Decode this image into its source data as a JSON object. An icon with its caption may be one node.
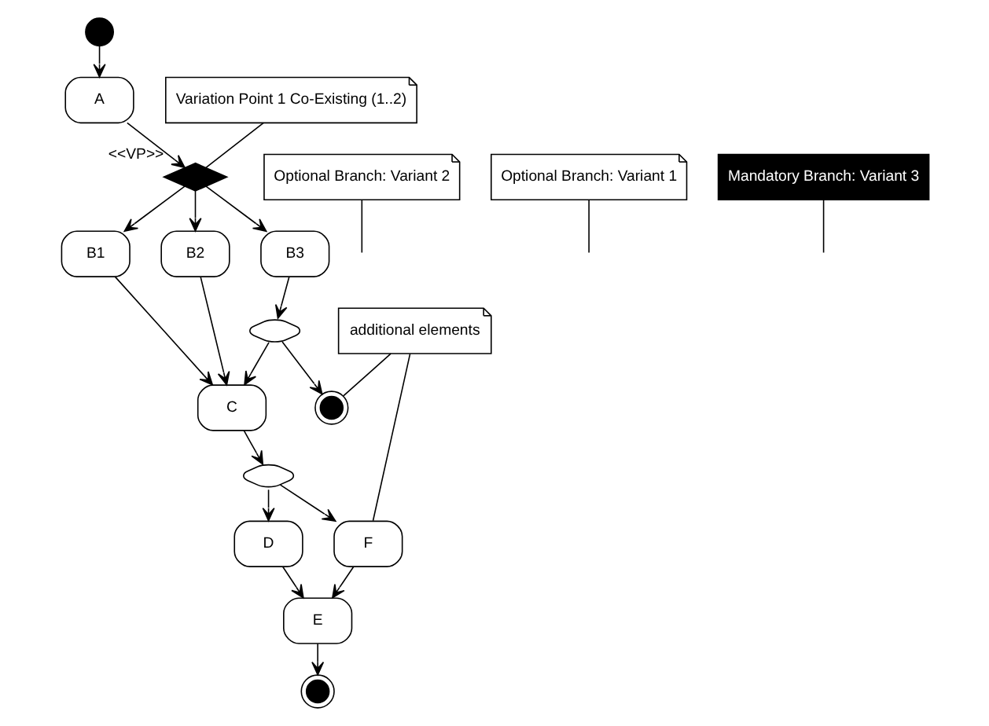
{
  "diagram": {
    "nodes": [
      {
        "text": [],
        "shape": "circle"
      },
      {
        "text": [
          "Variation Point 1 Co-Existing (1..2)"
        ]
      },
      {
        "text": [
          "A"
        ]
      },
      {
        "text": [
          "Optional Branch: Variant 2"
        ]
      },
      {
        "text": [
          "Optional Branch: Variant 1"
        ]
      },
      {
        "text": [],
        "shape": "diamond",
        "beside": [
          "<<VP>>"
        ]
      },
      {
        "text": [
          "Mandatory Branch: Variant 3"
        ]
      },
      {
        "text": [
          "B1"
        ]
      },
      {
        "text": [
          "B2"
        ]
      },
      {
        "text": [
          "B3"
        ]
      },
      {
        "text": [],
        "shape": "diamond"
      },
      {
        "text": [
          "C"
        ]
      },
      {
        "text": [],
        "shape": "circle"
      },
      {
        "text": [],
        "shape": "diamond"
      },
      {
        "text": [
          "D"
        ]
      },
      {
        "text": [
          "F"
        ]
      },
      {
        "text": [
          "E"
        ]
      },
      {
        "text": [
          "additional elements"
        ]
      },
      {
        "text": [],
        "shape": "circle"
      }
    ],
    "edges": [
      {
        "from": 0,
        "to": 2,
        "arrow": "to"
      },
      {
        "from": 2,
        "to": 5,
        "arrow": "to"
      },
      {
        "from": 5,
        "to": 7,
        "arrow": "to"
      },
      {
        "from": 5,
        "to": 8,
        "arrow": "to"
      },
      {
        "from": 5,
        "to": 9,
        "arrow": "to"
      },
      {
        "from": 7,
        "to": 11,
        "arrow": "to"
      },
      {
        "from": 8,
        "to": 11,
        "arrow": "to"
      },
      {
        "from": 9,
        "to": 10,
        "arrow": "to"
      },
      {
        "from": 10,
        "to": 11,
        "arrow": "to"
      },
      {
        "from": 10,
        "to": 12,
        "arrow": "to"
      },
      {
        "from": 11,
        "to": 13,
        "arrow": "to"
      },
      {
        "from": 13,
        "to": 14,
        "arrow": "to"
      },
      {
        "from": 13,
        "to": 15,
        "arrow": "to"
      },
      {
        "from": 14,
        "to": 16,
        "arrow": "to"
      },
      {
        "from": 15,
        "to": 16,
        "arrow": "to"
      },
      {
        "from": 16,
        "to": 18,
        "arrow": "to"
      },
      {
        "from": 1,
        "to": 5,
        "arrow": "none"
      },
      {
        "from": 4,
        "to": null,
        "arrow": "none"
      },
      {
        "from": 3,
        "to": null,
        "arrow": "none"
      },
      {
        "from": 6,
        "to": null,
        "arrow": "none"
      },
      {
        "from": 17,
        "to": 12,
        "arrow": "none"
      },
      {
        "from": 17,
        "to": 15,
        "arrow": "none"
      }
    ]
  }
}
